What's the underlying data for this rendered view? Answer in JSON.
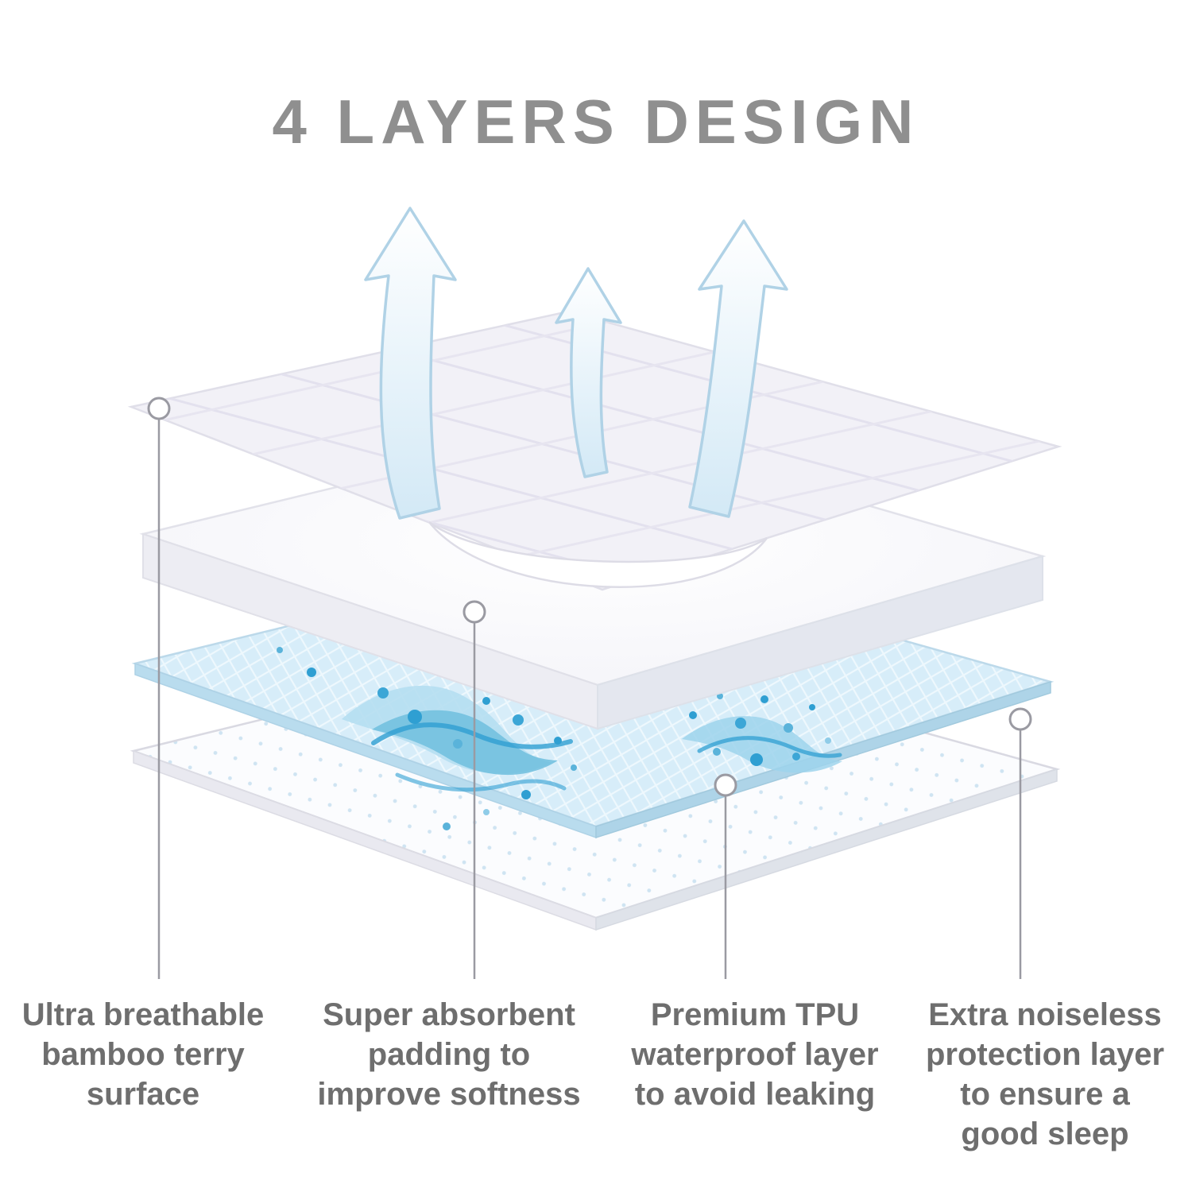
{
  "title": "4 LAYERS DESIGN",
  "labels": [
    {
      "name": "terry-surface",
      "lines": [
        "Ultra breathable",
        "bamboo terry",
        "surface"
      ]
    },
    {
      "name": "absorbent-padding",
      "lines": [
        "Super absorbent",
        "padding to",
        "improve softness"
      ]
    },
    {
      "name": "tpu-waterproof",
      "lines": [
        "Premium TPU",
        "waterproof layer",
        "to avoid leaking"
      ]
    },
    {
      "name": "noiseless-protection",
      "lines": [
        "Extra noiseless",
        "protection layer",
        "to ensure a",
        "good sleep"
      ]
    }
  ],
  "colors": {
    "title_gray": "#8f8f8f",
    "label_gray": "#6e6e6e",
    "waterproof_layer_blue": "#d7edf9",
    "water_splash_blue": "#2f9fd2",
    "arrow_outline_blue": "#b0d2e6",
    "callout_gray": "#9a9aa2",
    "layer_white": "#f4f3f8"
  }
}
